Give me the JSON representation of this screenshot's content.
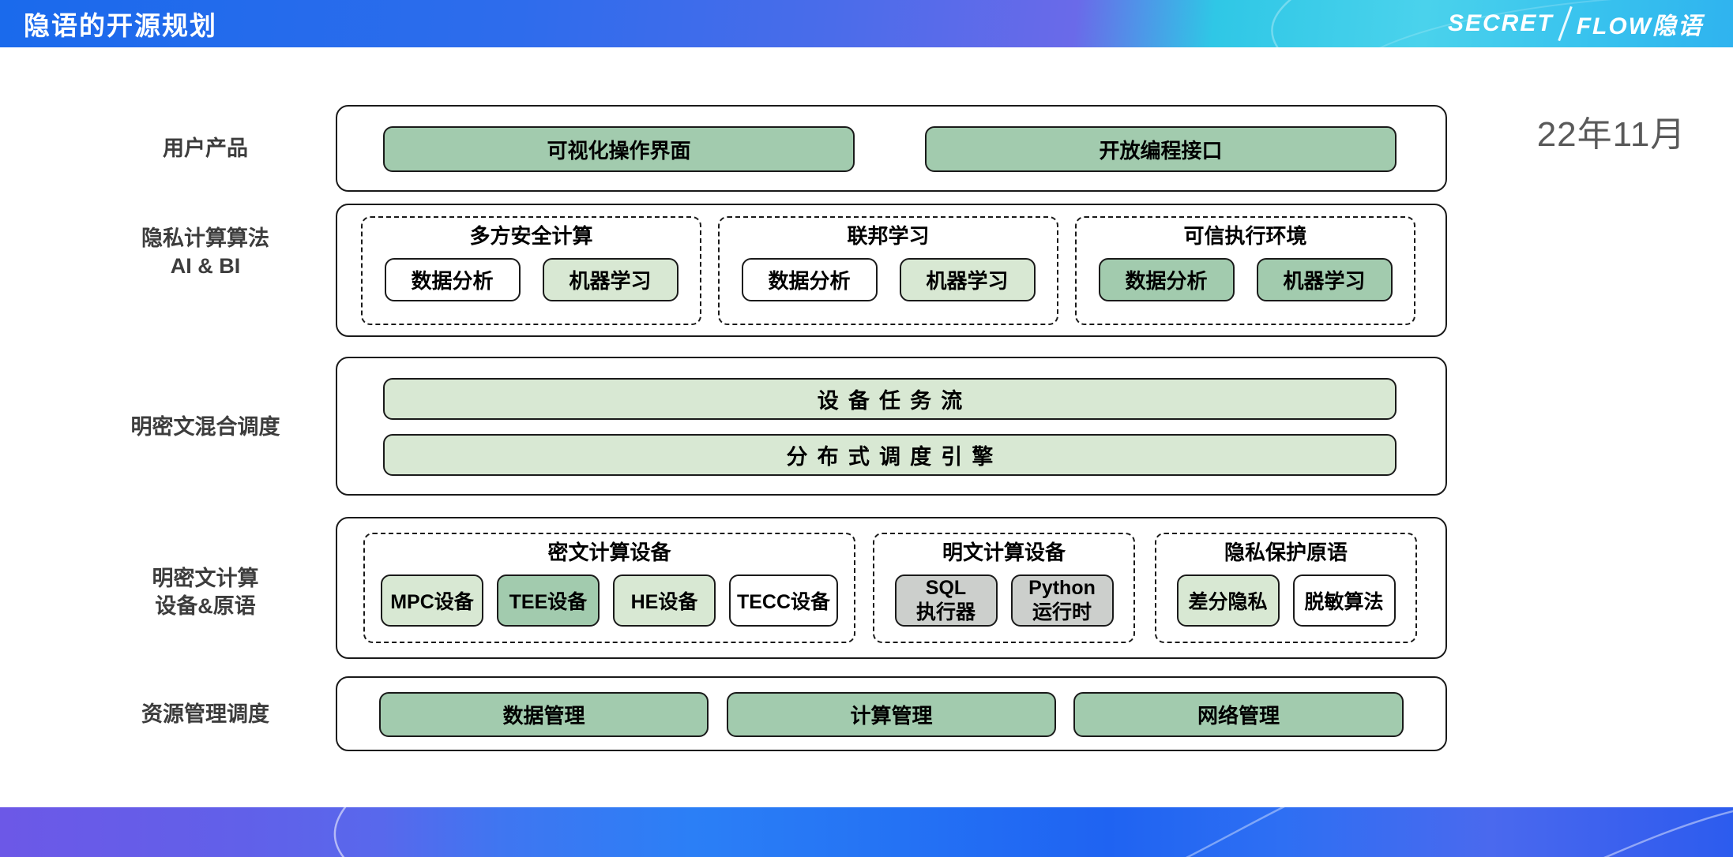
{
  "header": {
    "title": "隐语的开源规划",
    "logo_secret": "SECRET",
    "logo_flow": "FLOW隐语"
  },
  "date": "22年11月",
  "row1": {
    "label": "用户产品",
    "btn1": "可视化操作界面",
    "btn2": "开放编程接口"
  },
  "row2": {
    "label_line1": "隐私计算算法",
    "label_line2": "AI & BI",
    "group1": {
      "title": "多方安全计算",
      "btn1": "数据分析",
      "btn2": "机器学习"
    },
    "group2": {
      "title": "联邦学习",
      "btn1": "数据分析",
      "btn2": "机器学习"
    },
    "group3": {
      "title": "可信执行环境",
      "btn1": "数据分析",
      "btn2": "机器学习"
    }
  },
  "row3": {
    "label": "明密文混合调度",
    "bar1": "设备任务流",
    "bar2": "分布式调度引擎"
  },
  "row4": {
    "label_line1": "明密文计算",
    "label_line2": "设备&原语",
    "group1": {
      "title": "密文计算设备",
      "btn1": "MPC设备",
      "btn2": "TEE设备",
      "btn3": "HE设备",
      "btn4": "TECC设备"
    },
    "group2": {
      "title": "明文计算设备",
      "btn1_line1": "SQL",
      "btn1_line2": "执行器",
      "btn2_line1": "Python",
      "btn2_line2": "运行时"
    },
    "group3": {
      "title": "隐私保护原语",
      "btn1": "差分隐私",
      "btn2": "脱敏算法"
    }
  },
  "row5": {
    "label": "资源管理调度",
    "btn1": "数据管理",
    "btn2": "计算管理",
    "btn3": "网络管理"
  },
  "colors": {
    "button_green": "#a2cbae",
    "button_green_light": "#d8e8d3",
    "button_gray": "#cccfcc",
    "button_white": "#ffffff",
    "box_border": "#1a1a1a",
    "label_gray": "#3d3d3d",
    "date_gray": "#595959",
    "header_blue": "#1a6aec",
    "header_cyan": "#3ccbe9",
    "footer_purple": "#6c58e7",
    "footer_blue": "#2b7ff6"
  }
}
